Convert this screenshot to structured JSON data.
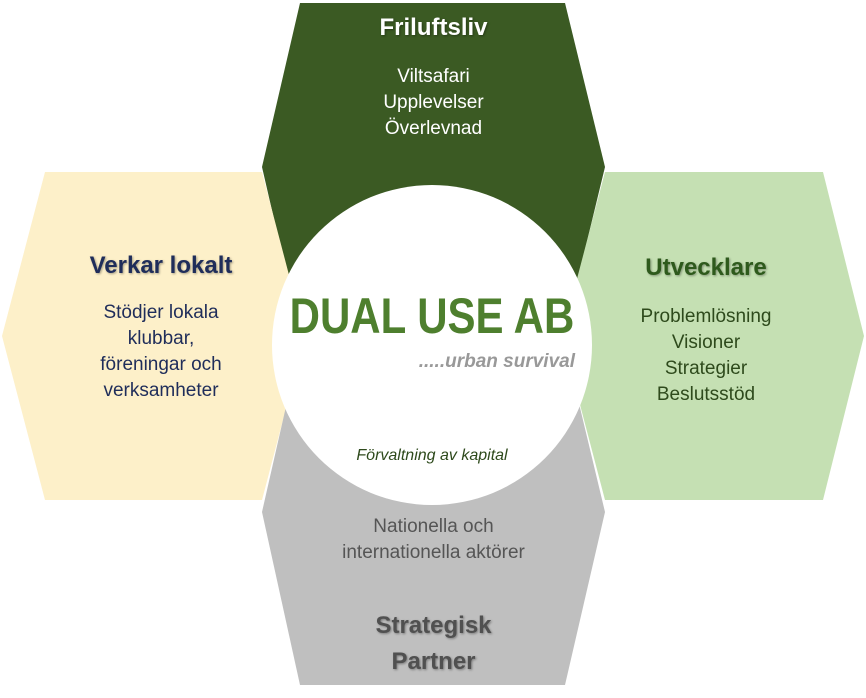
{
  "colors": {
    "top": "#3b5a23",
    "left": "#fdf0c9",
    "right": "#c5e0b3",
    "bottom": "#bfbfbf",
    "logo_green": "#4e7f2e"
  },
  "top": {
    "title": "Friluftsliv",
    "lines": [
      "Viltsafari",
      "Upplevelser",
      "Överlevnad"
    ]
  },
  "left": {
    "title": "Verkar lokalt",
    "lines": [
      "Stödjer lokala",
      "klubbar,",
      "föreningar och",
      "verksamheter"
    ]
  },
  "right": {
    "title": "Utvecklare",
    "lines": [
      "Problemlösning",
      "Visioner",
      "Strategier",
      "Beslutsstöd"
    ]
  },
  "bottom": {
    "title_lines": [
      "Strategisk",
      "Partner"
    ],
    "lines": [
      "Nationella och",
      "internationella aktörer"
    ]
  },
  "center": {
    "logo": "DUAL USE AB",
    "tagline": ".....urban survival",
    "caption": "Förvaltning av kapital"
  }
}
